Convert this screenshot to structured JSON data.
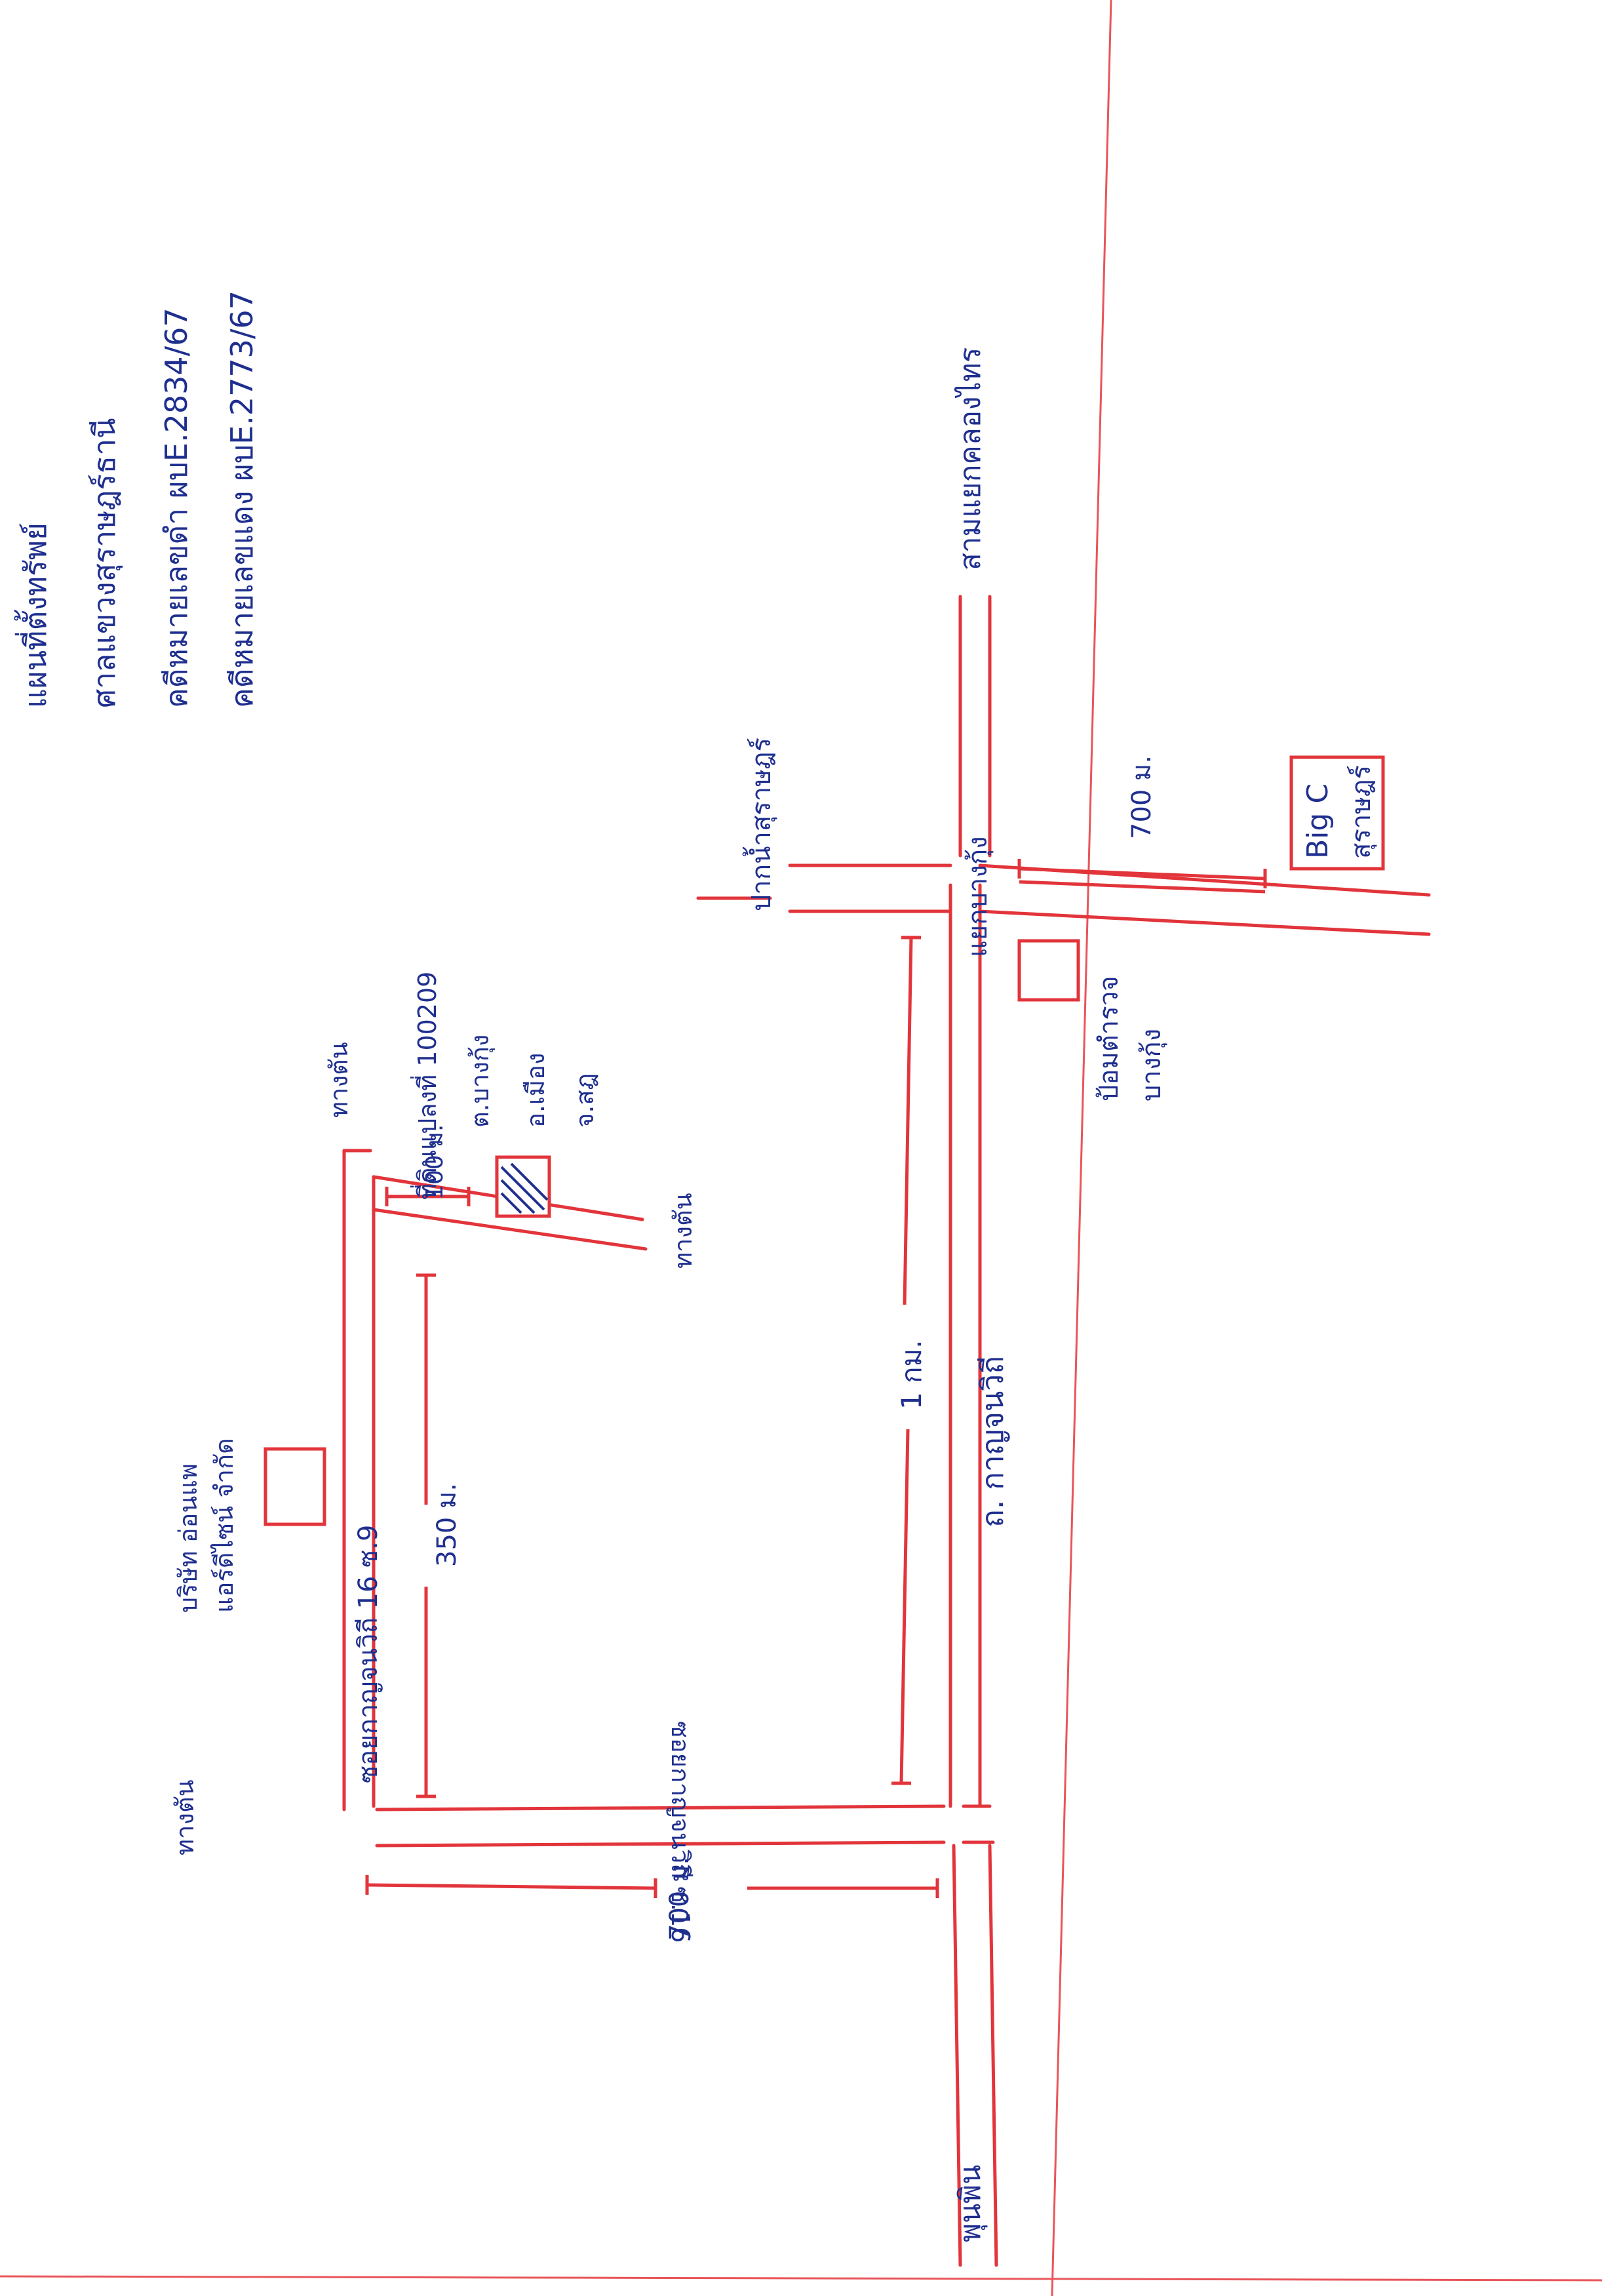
{
  "colors": {
    "ink": "#1f2f8f",
    "road": "#e2353b",
    "paper": "#ffffff"
  },
  "header": {
    "title": "แผนที่ตั้งทรัพย์",
    "court": "ศาลแขวงสุราษฎร์ธานี",
    "case_black": "คดีหมายเลขดำ ผบE.2834/67",
    "case_red": "คดีหมายเลขแดง ผบE.2773/67"
  },
  "places": {
    "to_phunphin": "พุนพิน",
    "to_khlong_roi": "สามแยกคลองไทร",
    "to_mueang": "ปากน้ำสุราษฎร์",
    "bigc": [
      "Big C",
      "สุราษฎร์"
    ],
    "intersection": "แยกบางกุ้ง",
    "post": [
      "ป้อมตำรวจ",
      "บางกุ้ง"
    ],
    "factory": [
      "บริษัท อ่อนแพ",
      "แอร์ดีไซน์ จำกัด"
    ],
    "property": [
      "ที่ดินแปลงที่ 100209",
      "ต.บางกุ้ง",
      "อ.เมือง",
      "จ.สฎ"
    ]
  },
  "roads": {
    "main_road": "ถ. กาญจนวิถี",
    "soi": "ซอยกาญจนวิถี 16 ซ.9",
    "soi_16": "ซอยกาญจนวิถี ซ.16"
  },
  "directions": {
    "dead_end_top": "ทางตัน",
    "dead_end_right": "ทางตัน",
    "dead_end_left": "ทางตัน"
  },
  "distances": {
    "main_road_km": "1 กม.",
    "soi_350": "350 ม.",
    "left_700": "700 ม.",
    "near_property": "100 ม.",
    "bigc_700": "700 ม."
  }
}
